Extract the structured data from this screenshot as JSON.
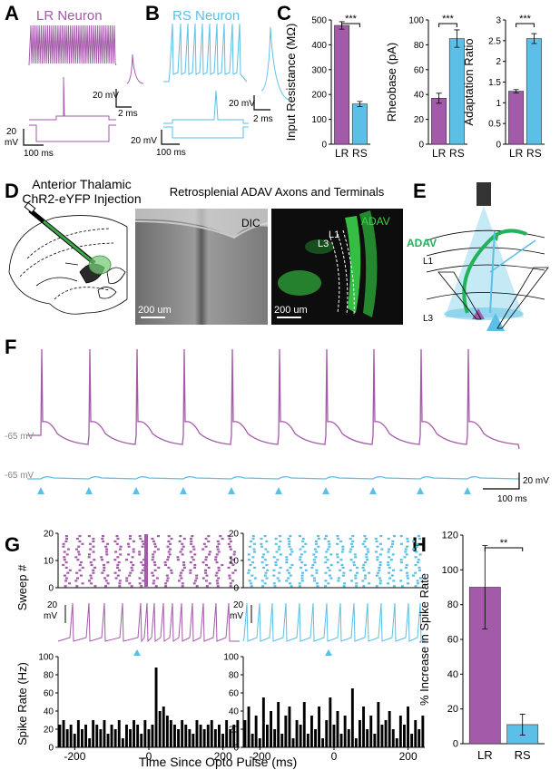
{
  "colors": {
    "lr": "#a35aa8",
    "rs": "#5bbfe6",
    "green": "#22b25a",
    "black": "#000000"
  },
  "panel_letters": [
    "A",
    "B",
    "C",
    "D",
    "E",
    "F",
    "G",
    "H"
  ],
  "panel_a": {
    "title": "LR Neuron",
    "scale_v1": "20 mV",
    "scale_t1": "2 ms",
    "scale_v2": "20",
    "scale_v2_unit": "mV",
    "scale_t2": "100 ms"
  },
  "panel_b": {
    "title": "RS Neuron",
    "scale_v1": "20 mV",
    "scale_t1": "2 ms",
    "scale_v2": "20 mV",
    "scale_t2": "100 ms"
  },
  "panel_d": {
    "title_line1": "Anterior Thalamic",
    "title_line2": "ChR2-eYFP Injection",
    "title_right": "Retrosplenial ADAV Axons and Terminals",
    "dic_label": "DIC",
    "adav_label": "ADAV",
    "l1_label": "L1",
    "l3_label": "L3",
    "scalebar1": "200 um",
    "scalebar2": "200 um"
  },
  "panel_e": {
    "adav_label": "ADAV",
    "l1_label": "L1",
    "l3_label": "L3"
  },
  "panel_f": {
    "rest_lr": "-65 mV",
    "rest_rs": "-65 mV",
    "scale_v": "20 mV",
    "scale_t": "100 ms",
    "n_pulses": 10
  },
  "panel_g": {
    "raster_ylabel": "Sweep #",
    "raster_yticks": [
      "0",
      "10",
      "20"
    ],
    "trace_scale_v": "20",
    "trace_scale_unit": "mV",
    "hist_ylabel": "Spike Rate (Hz)",
    "hist_yticks": [
      "0",
      "20",
      "40",
      "60",
      "80",
      "100"
    ],
    "xticks": [
      "-200",
      "0",
      "200"
    ],
    "xlabel": "Time Since Opto Pulse (ms)"
  },
  "chart_data": [
    {
      "type": "bar",
      "panel": "C",
      "title": "",
      "xlabel": "",
      "ylabel": "Input Resistance (MΩ)",
      "categories": [
        "LR",
        "RS"
      ],
      "values": [
        478,
        162
      ],
      "errors": [
        15,
        10
      ],
      "ylim": [
        0,
        500
      ],
      "yticks": [
        "0",
        "100",
        "200",
        "300",
        "400",
        "500"
      ],
      "significance": "***"
    },
    {
      "type": "bar",
      "panel": "C",
      "title": "",
      "xlabel": "",
      "ylabel": "Rheobase (pA)",
      "categories": [
        "LR",
        "RS"
      ],
      "values": [
        37,
        85
      ],
      "errors": [
        4,
        7
      ],
      "ylim": [
        0,
        100
      ],
      "yticks": [
        "0",
        "20",
        "40",
        "60",
        "80",
        "100"
      ],
      "significance": "***"
    },
    {
      "type": "bar",
      "panel": "C",
      "title": "",
      "xlabel": "",
      "ylabel": "Adaptation Ratio",
      "categories": [
        "LR",
        "RS"
      ],
      "values": [
        1.28,
        2.55
      ],
      "errors": [
        0.04,
        0.12
      ],
      "ylim": [
        0,
        3
      ],
      "yticks": [
        "0",
        "0.5",
        "1",
        "1.5",
        "2",
        "2.5",
        "3"
      ],
      "significance": "***"
    },
    {
      "type": "bar",
      "panel": "G",
      "series": "LR",
      "title": "",
      "xlabel": "Time Since Opto Pulse (ms)",
      "ylabel": "Spike Rate (Hz)",
      "bin_ms": 10,
      "x_start": -245,
      "values": [
        25,
        30,
        20,
        25,
        15,
        30,
        20,
        25,
        10,
        30,
        25,
        20,
        30,
        15,
        25,
        20,
        30,
        10,
        25,
        20,
        30,
        25,
        15,
        30,
        20,
        25,
        88,
        40,
        45,
        35,
        30,
        25,
        20,
        30,
        25,
        20,
        15,
        30,
        25,
        20,
        25,
        30,
        20,
        25,
        15,
        30,
        20,
        25,
        30
      ],
      "ylim": [
        0,
        100
      ]
    },
    {
      "type": "bar",
      "panel": "G",
      "series": "RS",
      "title": "",
      "xlabel": "Time Since Opto Pulse (ms)",
      "ylabel": "",
      "bin_ms": 10,
      "x_start": -245,
      "values": [
        30,
        45,
        15,
        35,
        10,
        55,
        25,
        40,
        20,
        50,
        15,
        35,
        45,
        10,
        30,
        25,
        50,
        15,
        35,
        20,
        45,
        10,
        30,
        55,
        25,
        40,
        15,
        35,
        20,
        65,
        10,
        30,
        45,
        20,
        35,
        15,
        50,
        25,
        30,
        40,
        20,
        10,
        35,
        25,
        45,
        15,
        30,
        20,
        35
      ],
      "ylim": [
        0,
        100
      ]
    },
    {
      "type": "bar",
      "panel": "H",
      "title": "",
      "xlabel": "",
      "ylabel": "% Increase in Spike Rate",
      "categories": [
        "LR",
        "RS"
      ],
      "values": [
        90,
        11
      ],
      "errors": [
        24,
        6
      ],
      "ylim": [
        0,
        120
      ],
      "yticks": [
        "0",
        "20",
        "40",
        "60",
        "80",
        "100",
        "120"
      ],
      "significance": "**"
    }
  ]
}
